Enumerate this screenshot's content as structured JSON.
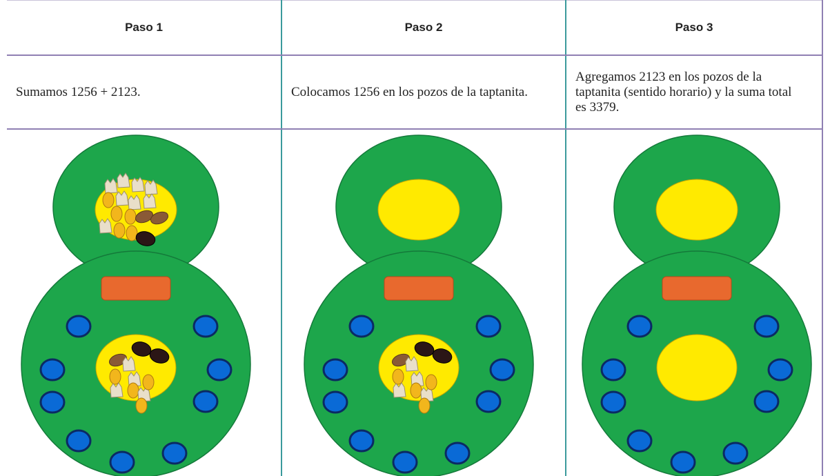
{
  "table": {
    "headers": [
      "Paso 1",
      "Paso 2",
      "Paso 3"
    ],
    "descriptions": [
      "Sumamos 1256 + 2123.",
      "Colocamos 1256 en los pozos de la taptanita.",
      "Agregamos 2123 en los pozos de la taptanita (sentido horario) y la suma total es 3379."
    ]
  },
  "boards": [
    {
      "title": "Paso 1",
      "top_pile": [
        "white",
        "white",
        "white",
        "white",
        "yellow",
        "white",
        "white",
        "white",
        "yellow",
        "yellow",
        "brown",
        "brown",
        "white",
        "yellow",
        "yellow",
        "black"
      ],
      "center_pile": [
        "black",
        "black",
        "brown",
        "white",
        "yellow",
        "white",
        "white",
        "yellow",
        "white",
        "yellow",
        "yellow"
      ]
    },
    {
      "title": "Paso 2"
    },
    {
      "title": "Paso 3"
    }
  ],
  "colors": {
    "board_green": "#1da64b",
    "well_yellow": "#ffea00",
    "well_blue": "#0a6ad6",
    "trough_orange": "#e8692e",
    "corn_yellow": "#f2b61c",
    "corn_white": "#e9dfc9",
    "bean_brown": "#8a5a36",
    "bean_black": "#2b1616"
  }
}
